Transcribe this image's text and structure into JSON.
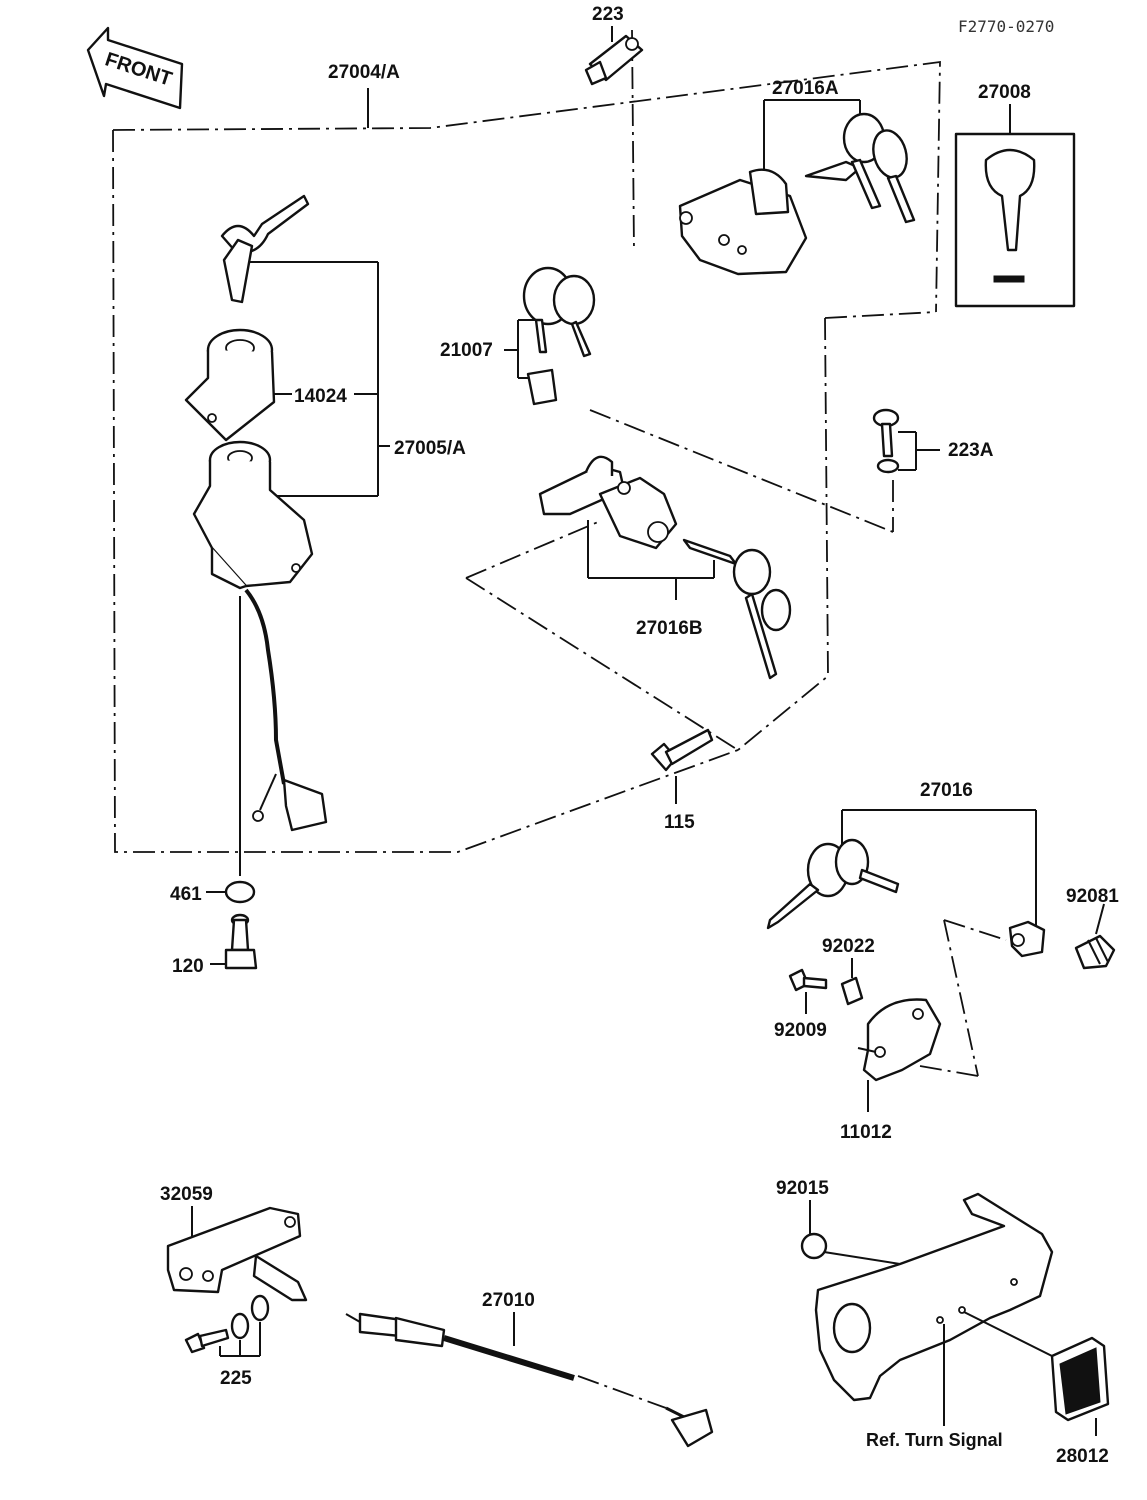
{
  "diagram_code": "F2770-0270",
  "front_arrow_label": "FRONT",
  "labels": {
    "p223": "223",
    "p27004A": "27004/A",
    "p27016A": "27016A",
    "p27008": "27008",
    "p21007": "21007",
    "p14024": "14024",
    "p27005A": "27005/A",
    "p223A": "223A",
    "p27016B": "27016B",
    "p115": "115",
    "p27016": "27016",
    "p461": "461",
    "p120": "120",
    "p92081": "92081",
    "p92022": "92022",
    "p92009": "92009",
    "p11012": "11012",
    "p32059": "32059",
    "p92015": "92015",
    "p27010": "27010",
    "p225": "225",
    "ref_turn_signal": "Ref. Turn Signal",
    "p28012": "28012"
  }
}
